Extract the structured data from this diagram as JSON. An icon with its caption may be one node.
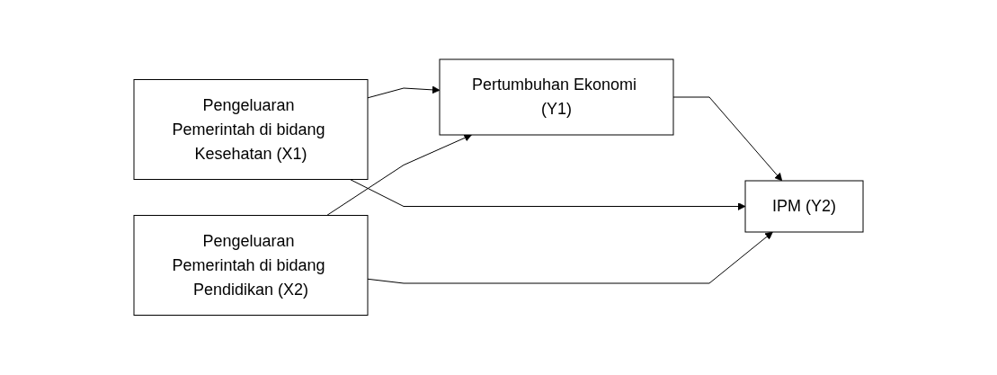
{
  "diagram": {
    "nodes": [
      {
        "text": [
          "Pengeluaran Pemerintah di bidang Kesehatan (X1)"
        ]
      },
      {
        "text": [
          "Pengeluaran Pemerintah di bidang Pendidikan (X2)"
        ]
      },
      {
        "text": [
          "Pertumbuhan Ekonomi (Y1)"
        ]
      },
      {
        "text": [
          "IPM (Y2)"
        ]
      }
    ],
    "edges": [
      {
        "from": 0,
        "to": 2,
        "arrow": "to"
      },
      {
        "from": 1,
        "to": 2,
        "arrow": "to"
      },
      {
        "from": 2,
        "to": 3,
        "arrow": "to"
      },
      {
        "from": 0,
        "to": 3,
        "arrow": "to"
      },
      {
        "from": 1,
        "to": 3,
        "arrow": "to"
      }
    ]
  }
}
